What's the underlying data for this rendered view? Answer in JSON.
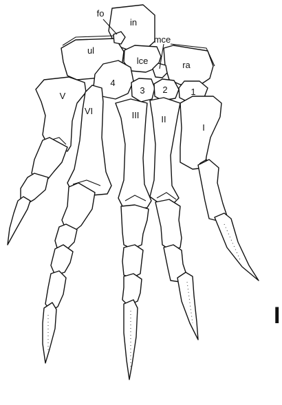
{
  "labels": {
    "fo": "fo",
    "in": "in",
    "ul": "ul",
    "mce": "mce",
    "lce": "lce",
    "ra": "ra",
    "c4": "4",
    "c3": "3",
    "c2": "2",
    "c1": "1",
    "dV": "V",
    "dVI": "VI",
    "dIII": "III",
    "dII": "II",
    "dI": "I"
  },
  "panel_letter": "I"
}
